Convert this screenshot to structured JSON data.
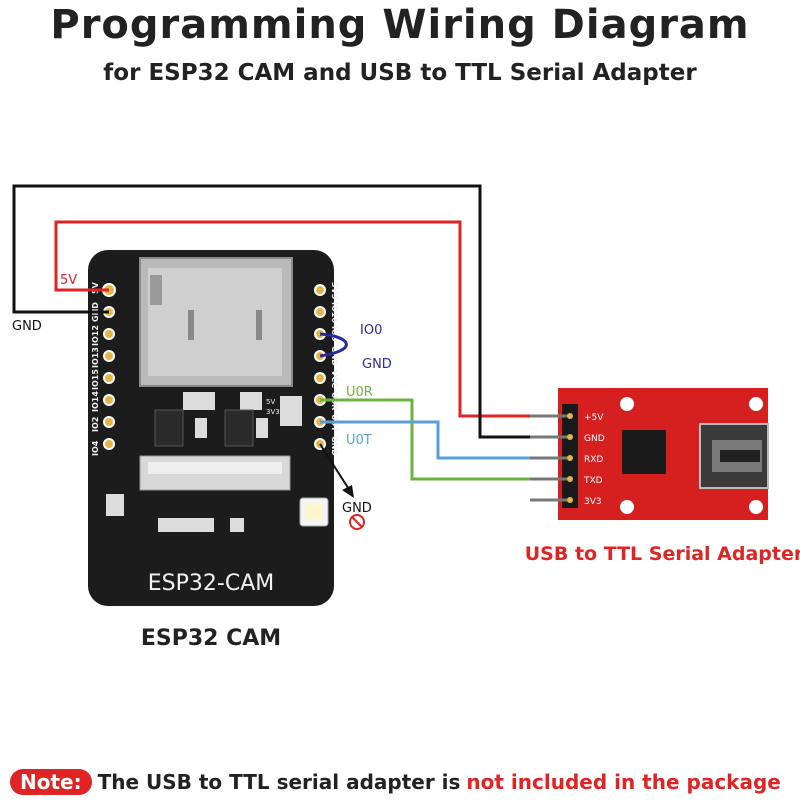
{
  "title": "Programming Wiring Diagram",
  "subtitle": "for ESP32 CAM and USB to TTL Serial Adapter",
  "esp32": {
    "board_label": "ESP32-CAM",
    "caption": "ESP32 CAM",
    "left_pins": [
      "5V",
      "GND",
      "IO12",
      "IO13",
      "IO15",
      "IO14",
      "IO2",
      "IO4"
    ],
    "right_pins": [
      "3V3",
      "IO16",
      "IO0",
      "GND",
      "VCC",
      "U0R",
      "U0T",
      "GND"
    ],
    "small_labels": [
      "5V",
      "3V3"
    ]
  },
  "adapter": {
    "caption": "USB to TTL Serial Adapter",
    "pins": [
      "+5V",
      "GND",
      "RXD",
      "TXD",
      "3V3"
    ]
  },
  "wires": {
    "v5": "5V",
    "gnd": "GND",
    "io0": "IO0",
    "gnd_jumper": "GND",
    "u0r": "U0R",
    "u0t": "U0T",
    "gnd_pin": "GND"
  },
  "colors": {
    "wire_5v": "#e02323",
    "wire_gnd": "#111111",
    "wire_rx": "#6db33f",
    "wire_tx": "#5aa0d8",
    "jumper": "#2a2aa0",
    "board": "#1c1c1c",
    "adapter": "#d61f1f"
  },
  "note": {
    "badge": "Note:",
    "text": "The USB to TTL serial adapter is",
    "highlight": "not included in the package"
  }
}
